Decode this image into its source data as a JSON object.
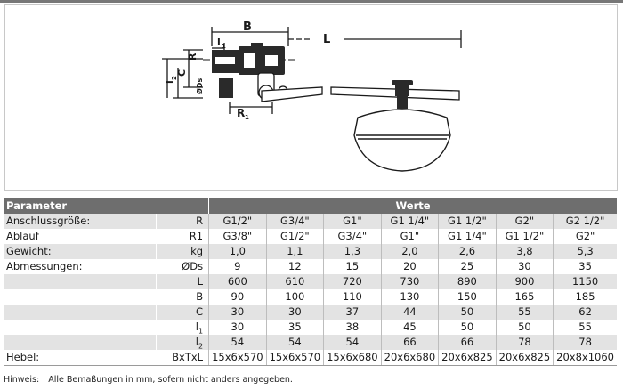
{
  "drawing": {
    "dimension_labels": {
      "B": "B",
      "L": "L",
      "l1": "l",
      "l1_sub": "1",
      "C": "C",
      "R": "R",
      "l2": "l",
      "l2_sub": "2",
      "Ds": "ØDs",
      "R1": "R",
      "R1_sub": "1"
    }
  },
  "table": {
    "header": {
      "param": "Parameter",
      "values": "Werte"
    },
    "rows": [
      {
        "label": "Anschlussgröße:",
        "symbol": "R",
        "sym_sub": "",
        "values": [
          "G1/2\"",
          "G3/4\"",
          "G1\"",
          "G1 1/4\"",
          "G1 1/2\"",
          "G2\"",
          "G2 1/2\""
        ]
      },
      {
        "label": "Ablauf",
        "symbol": "R1",
        "sym_sub": "",
        "values": [
          "G3/8\"",
          "G1/2\"",
          "G3/4\"",
          "G1\"",
          "G1 1/4\"",
          "G1 1/2\"",
          "G2\""
        ]
      },
      {
        "label": "Gewicht:",
        "symbol": "kg",
        "sym_sub": "",
        "values": [
          "1,0",
          "1,1",
          "1,3",
          "2,0",
          "2,6",
          "3,8",
          "5,3"
        ]
      },
      {
        "label": "Abmessungen:",
        "symbol": "ØDs",
        "sym_sub": "",
        "values": [
          "9",
          "12",
          "15",
          "20",
          "25",
          "30",
          "35"
        ]
      },
      {
        "label": "",
        "symbol": "L",
        "sym_sub": "",
        "values": [
          "600",
          "610",
          "720",
          "730",
          "890",
          "900",
          "1150"
        ]
      },
      {
        "label": "",
        "symbol": "B",
        "sym_sub": "",
        "values": [
          "90",
          "100",
          "110",
          "130",
          "150",
          "165",
          "185"
        ]
      },
      {
        "label": "",
        "symbol": "C",
        "sym_sub": "",
        "values": [
          "30",
          "30",
          "37",
          "44",
          "50",
          "55",
          "62"
        ]
      },
      {
        "label": "",
        "symbol": "l",
        "sym_sub": "1",
        "values": [
          "30",
          "35",
          "38",
          "45",
          "50",
          "50",
          "55"
        ]
      },
      {
        "label": "",
        "symbol": "l",
        "sym_sub": "2",
        "values": [
          "54",
          "54",
          "54",
          "66",
          "66",
          "78",
          "78"
        ]
      },
      {
        "label": "Hebel:",
        "symbol": "BxTxL",
        "sym_sub": "",
        "values": [
          "15x6x570",
          "15x6x570",
          "15x6x680",
          "20x6x680",
          "20x6x825",
          "20x6x825",
          "20x8x1060"
        ]
      }
    ]
  },
  "note": {
    "label": "Hinweis:",
    "text": "Alle Bemaßungen in mm, sofern nicht anders angegeben."
  }
}
